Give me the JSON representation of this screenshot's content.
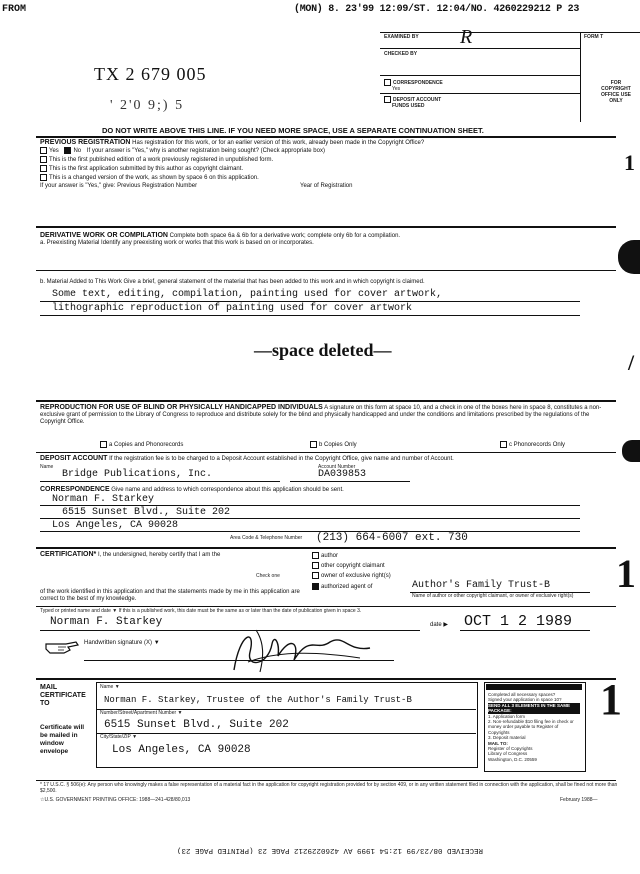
{
  "fax_header": {
    "left": "FROM",
    "right": "(MON) 8. 23'99 12:09/ST. 12:04/NO. 4260229212 P 23"
  },
  "office_box": {
    "examined_by": "EXAMINED BY",
    "checked_by": "CHECKED BY",
    "correspondence": "CORRESPONDENCE",
    "yes": "Yes",
    "deposit_account": "DEPOSIT ACCOUNT",
    "funds_used": "FUNDS USED",
    "form_label": "FORM T",
    "for_office": "FOR COPYRIGHT OFFICE USE ONLY"
  },
  "reg_number": "TX 2 679 005",
  "reg_number_2": "' 2'0 9;) 5",
  "do_not_write": "DO NOT WRITE ABOVE THIS LINE. IF YOU NEED MORE SPACE, USE A SEPARATE CONTINUATION SHEET.",
  "previous_registration": {
    "title": "PREVIOUS REGISTRATION",
    "question": "Has registration for this work, or for an earlier version of this work, already been made in the Copyright Office?",
    "yes": "Yes",
    "no": "No",
    "if_yes": "If your answer is \"Yes,\" why is another registration being sought? (Check appropriate box)",
    "options": [
      "This is the first published edition of a work previously registered in unpublished form.",
      "This is the first application submitted by this author as copyright claimant.",
      "This is a changed version of the work, as shown by space 6 on this application."
    ],
    "if_answer": "If your answer is \"Yes,\" give: Previous Registration Number",
    "year": "Year of Registration"
  },
  "derivative": {
    "title": "DERIVATIVE WORK OR COMPILATION",
    "instruction": "Complete both space 6a & 6b for a derivative work; complete only 6b for a compilation.",
    "preexisting": "a. Preexisting Material  Identify any preexisting work or works that this work is based on or incorporates.",
    "added": "b. Material Added to This Work  Give a brief, general statement of the material that has been added to this work and in which copyright is claimed.",
    "typed_line1": "Some text, editing, compilation, painting used for cover artwork,",
    "typed_line2": "lithographic reproduction of painting used for cover artwork"
  },
  "space_deleted": "—space deleted—",
  "reproduction": {
    "title": "REPRODUCTION FOR USE OF BLIND OR PHYSICALLY HANDICAPPED INDIVIDUALS",
    "text": "A signature on this form at space 10, and a check in one of the boxes here in space 8, constitutes a non-exclusive grant of permission to the Library of Congress to reproduce and distribute solely for the blind and physically handicapped and under the conditions and limitations prescribed by the regulations of the Copyright Office.",
    "options": [
      "a  Copies and Phonorecords",
      "b  Copies Only",
      "c  Phonorecords Only"
    ]
  },
  "deposit_account": {
    "title": "DEPOSIT ACCOUNT",
    "text": "If the registration fee is to be charged to a Deposit Account established in the Copyright Office, give name and number of Account.",
    "name_label": "Name",
    "number_label": "Account Number",
    "name": "Bridge Publications, Inc.",
    "number": "DA039853"
  },
  "correspondence": {
    "title": "CORRESPONDENCE",
    "text": "Give name and address to which correspondence about this application should be sent.",
    "lines": [
      "Norman F. Starkey",
      "6515 Sunset Blvd., Suite 202",
      "Los Angeles, CA 90028"
    ],
    "phone_label": "Area Code & Telephone Number",
    "phone": "(213) 664-6007 ext. 730"
  },
  "certification": {
    "title": "CERTIFICATION*",
    "text": "I, the undersigned, hereby certify that I am the",
    "check_one": "Check one",
    "options": [
      "author",
      "other copyright claimant",
      "owner of exclusive right(s)",
      "authorized agent of"
    ],
    "agent_of": "Author's Family Trust-B",
    "agent_caption": "Name of author or other copyright claimant, or owner of exclusive right(s)",
    "identified": "of the work identified in this application and that the statements made by me in this application are correct to the best of my knowledge.",
    "typed_name_label": "Typed or printed name and date ▼ If this is a published work, this date must be the same as or later than the date of publication given in space 3.",
    "typed_name": "Norman F. Starkey",
    "date_label": "date ▶",
    "date": "OCT 1 2 1989",
    "signature_label": "Handwritten signature (X) ▼"
  },
  "mail": {
    "label": "MAIL CERTIFICATE TO",
    "name_caption": "Name ▼",
    "name": "Norman F. Starkey, Trustee of the Author's Family Trust-B",
    "street_caption": "Number/Street/Apartment Number ▼",
    "street": "6515 Sunset Blvd., Suite 202",
    "city_caption": "City/State/ZIP ▼",
    "city": "Los Angeles, CA 90028",
    "certificate_note": "Certificate will be mailed in window envelope"
  },
  "checklist": {
    "lines": [
      "Completed all necessary spaces?",
      "Signed your application in space 10?",
      "SEND ALL 3 ELEMENTS IN THE SAME PACKAGE:",
      "1. Application form",
      "2. Non-refundable $10 filing fee in check or money order payable to Register of Copyrights",
      "3. Deposit material",
      "MAIL TO:",
      "Register of Copyrights",
      "Library of Congress",
      "Washington, D.C. 20559"
    ]
  },
  "footnote": "* 17 U.S.C. § 506(e): Any person who knowingly makes a false representation of a material fact in the application for copyright registration provided for by section 409, or in any written statement filed in connection with the application, shall be fined not more than $2,500.",
  "gpo": "☆U.S. GOVERNMENT PRINTING OFFICE: 1988—241-428/80,013",
  "form_date": "February 1988—",
  "side_numbers": [
    "1"
  ],
  "bottom_stamp": "RECEIVED 08/23/99 12:54 1999 AV 4260229212   PAGE 23 (PRINTED PAGE 23)"
}
